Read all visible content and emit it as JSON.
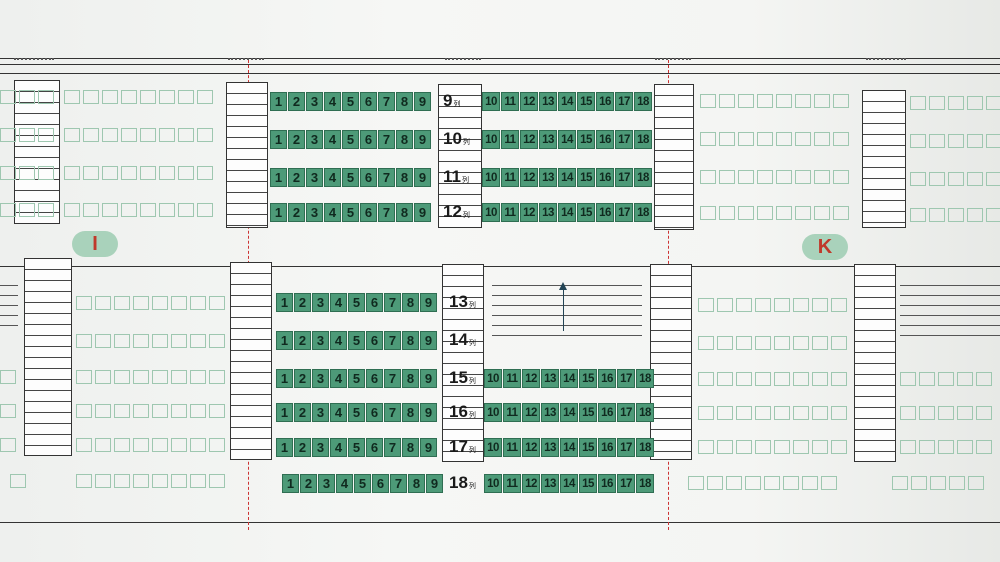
{
  "blocks": [
    {
      "id": "I",
      "label": "I"
    },
    {
      "id": "K",
      "label": "K"
    }
  ],
  "row_unit": "列",
  "rows": [
    {
      "label": "9",
      "left": [
        "1",
        "2",
        "3",
        "4",
        "5",
        "6",
        "7",
        "8",
        "9"
      ],
      "right": [
        "10",
        "11",
        "12",
        "13",
        "14",
        "15",
        "16",
        "17",
        "18"
      ]
    },
    {
      "label": "10",
      "left": [
        "1",
        "2",
        "3",
        "4",
        "5",
        "6",
        "7",
        "8",
        "9"
      ],
      "right": [
        "10",
        "11",
        "12",
        "13",
        "14",
        "15",
        "16",
        "17",
        "18"
      ]
    },
    {
      "label": "11",
      "left": [
        "1",
        "2",
        "3",
        "4",
        "5",
        "6",
        "7",
        "8",
        "9"
      ],
      "right": [
        "10",
        "11",
        "12",
        "13",
        "14",
        "15",
        "16",
        "17",
        "18"
      ]
    },
    {
      "label": "12",
      "left": [
        "1",
        "2",
        "3",
        "4",
        "5",
        "6",
        "7",
        "8",
        "9"
      ],
      "right": [
        "10",
        "11",
        "12",
        "13",
        "14",
        "15",
        "16",
        "17",
        "18"
      ]
    },
    {
      "label": "13",
      "left": [
        "1",
        "2",
        "3",
        "4",
        "5",
        "6",
        "7",
        "8",
        "9"
      ],
      "right": []
    },
    {
      "label": "14",
      "left": [
        "1",
        "2",
        "3",
        "4",
        "5",
        "6",
        "7",
        "8",
        "9"
      ],
      "right": []
    },
    {
      "label": "15",
      "left": [
        "1",
        "2",
        "3",
        "4",
        "5",
        "6",
        "7",
        "8",
        "9"
      ],
      "right": [
        "10",
        "11",
        "12",
        "13",
        "14",
        "15",
        "16",
        "17",
        "18"
      ]
    },
    {
      "label": "16",
      "left": [
        "1",
        "2",
        "3",
        "4",
        "5",
        "6",
        "7",
        "8",
        "9"
      ],
      "right": [
        "10",
        "11",
        "12",
        "13",
        "14",
        "15",
        "16",
        "17",
        "18"
      ]
    },
    {
      "label": "17",
      "left": [
        "1",
        "2",
        "3",
        "4",
        "5",
        "6",
        "7",
        "8",
        "9"
      ],
      "right": [
        "10",
        "11",
        "12",
        "13",
        "14",
        "15",
        "16",
        "17",
        "18"
      ]
    },
    {
      "label": "18",
      "left": [
        "1",
        "2",
        "3",
        "4",
        "5",
        "6",
        "7",
        "8",
        "9"
      ],
      "right": [
        "10",
        "11",
        "12",
        "13",
        "14",
        "15",
        "16",
        "17",
        "18"
      ]
    }
  ],
  "colors": {
    "seat": "#4d9a78",
    "block_pill": "#a9d2bb",
    "block_letter": "#c0392b",
    "divider": "#c33"
  }
}
